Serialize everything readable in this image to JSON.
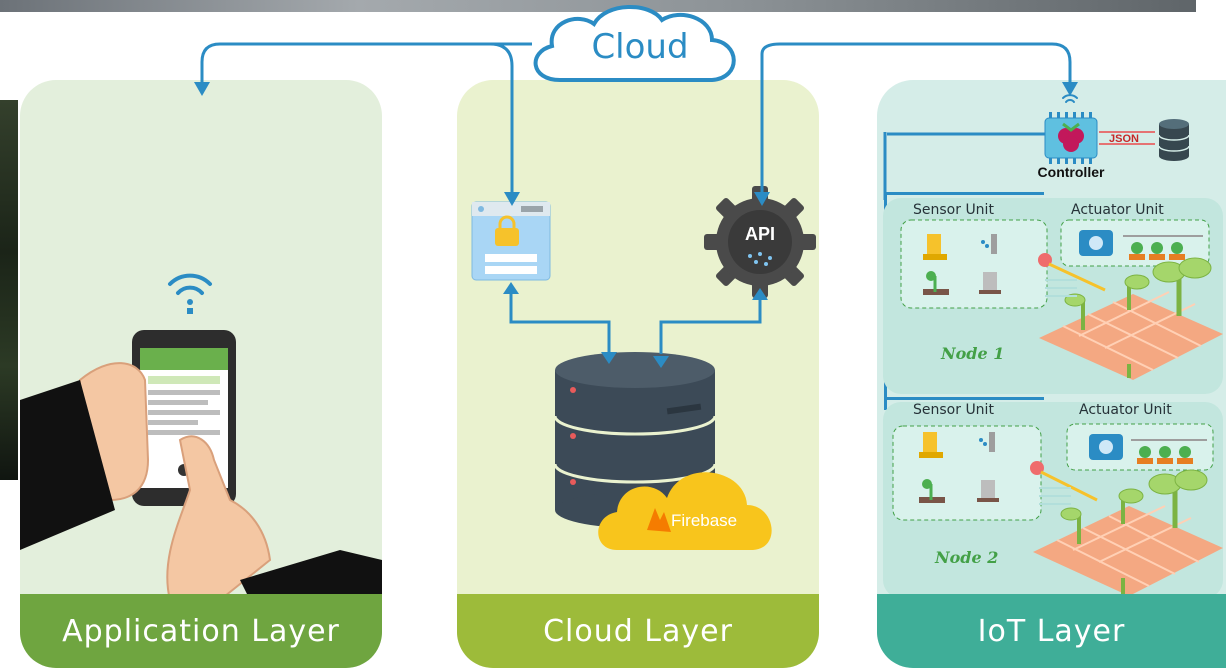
{
  "cloud": {
    "label": "Cloud"
  },
  "layers": {
    "application": {
      "label": "Application Layer"
    },
    "cloud": {
      "label": "Cloud Layer"
    },
    "iot": {
      "label": "IoT Layer"
    }
  },
  "cloud_layer": {
    "api_label": "API",
    "firebase_label": "Firebase"
  },
  "iot": {
    "controller_label": "Controller",
    "json_label": "JSON",
    "nodes": [
      {
        "sensor_unit": "Sensor Unit",
        "actuator_unit": "Actuator Unit",
        "name": "Node 1"
      },
      {
        "sensor_unit": "Sensor Unit",
        "actuator_unit": "Actuator Unit",
        "name": "Node 2"
      }
    ]
  },
  "colors": {
    "app_panel": "#e3efdc",
    "app_footer": "#6fa540",
    "cloud_panel": "#eaf2cf",
    "cloud_footer": "#9dbb3a",
    "iot_panel": "#d5ede8",
    "iot_footer": "#3fae98",
    "arrow": "#2b8cc4",
    "firebase": "#f8c51c"
  }
}
